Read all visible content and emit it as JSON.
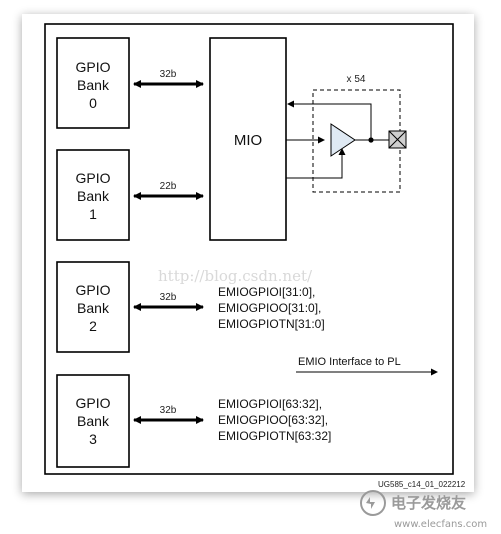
{
  "banks": [
    {
      "line1": "GPIO",
      "line2": "Bank",
      "line3": "0",
      "width_label": "32b"
    },
    {
      "line1": "GPIO",
      "line2": "Bank",
      "line3": "1",
      "width_label": "22b"
    },
    {
      "line1": "GPIO",
      "line2": "Bank",
      "line3": "2",
      "width_label": "32b"
    },
    {
      "line1": "GPIO",
      "line2": "Bank",
      "line3": "3",
      "width_label": "32b"
    }
  ],
  "mio": {
    "label": "MIO",
    "multiplier": "x 54"
  },
  "emio_bank2": [
    "EMIOGPIOI[31:0],",
    "EMIOGPIOO[31:0],",
    "EMIOGPIOTN[31:0]"
  ],
  "emio_bank3": [
    "EMIOGPIOI[63:32],",
    "EMIOGPIOO[63:32],",
    "EMIOGPIOTN[63:32]"
  ],
  "emio_interface_label": "EMIO Interface to PL",
  "watermark": "http://blog.csdn.net/",
  "figure_id": "UG585_c14_01_022212",
  "footer_logo_text": "电子发烧友",
  "footer_url": "www.elecfans.com"
}
